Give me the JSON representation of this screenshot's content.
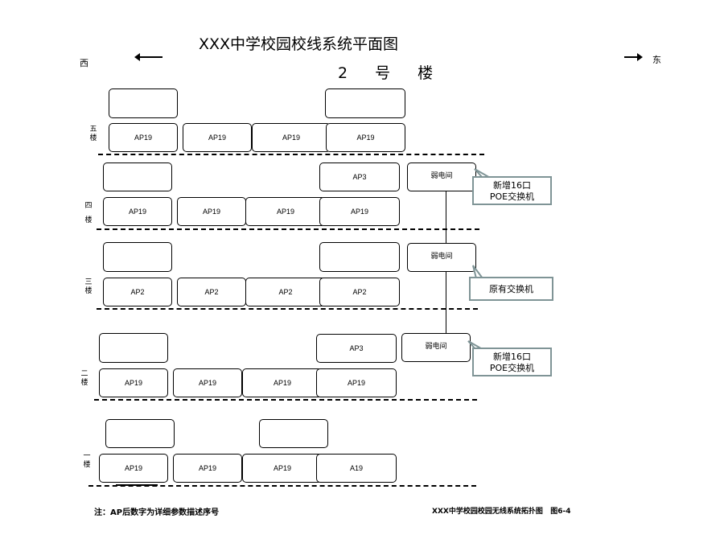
{
  "title": {
    "line1": "XXX中学校园校线系统平面图",
    "line2": "2 号 楼"
  },
  "compass": {
    "west": "西",
    "east": "东"
  },
  "floors": {
    "f5": {
      "label": "五\n楼",
      "aps": [
        "AP19",
        "AP19",
        "AP19",
        "AP19"
      ]
    },
    "f4": {
      "label": "四\n楼",
      "upper_ap": "AP3",
      "aps": [
        "AP19",
        "AP19",
        "AP19",
        "AP19"
      ],
      "wiring_room": "弱电间"
    },
    "f3": {
      "label": "三\n楼",
      "aps": [
        "AP2",
        "AP2",
        "AP2",
        "AP2"
      ],
      "wiring_room": "弱电间"
    },
    "f2": {
      "label": "二\n楼",
      "upper_ap": "AP3",
      "aps": [
        "AP19",
        "AP19",
        "AP19",
        "AP19"
      ],
      "wiring_room": "弱电间"
    },
    "f1": {
      "label": "一\n楼",
      "aps": [
        "AP19",
        "AP19",
        "AP19",
        "A19"
      ]
    }
  },
  "callouts": {
    "new_switch_top": "新增16口\nPOE交换机",
    "existing_switch": "原有交换机",
    "new_switch_bottom": "新增16口\nPOE交换机"
  },
  "footer": {
    "note": "注：AP后数字为详细参数描述序号",
    "caption": "XXX中学校园校园无线系统拓扑图   图6-4"
  },
  "colors": {
    "callout_border": "#7f9496"
  }
}
